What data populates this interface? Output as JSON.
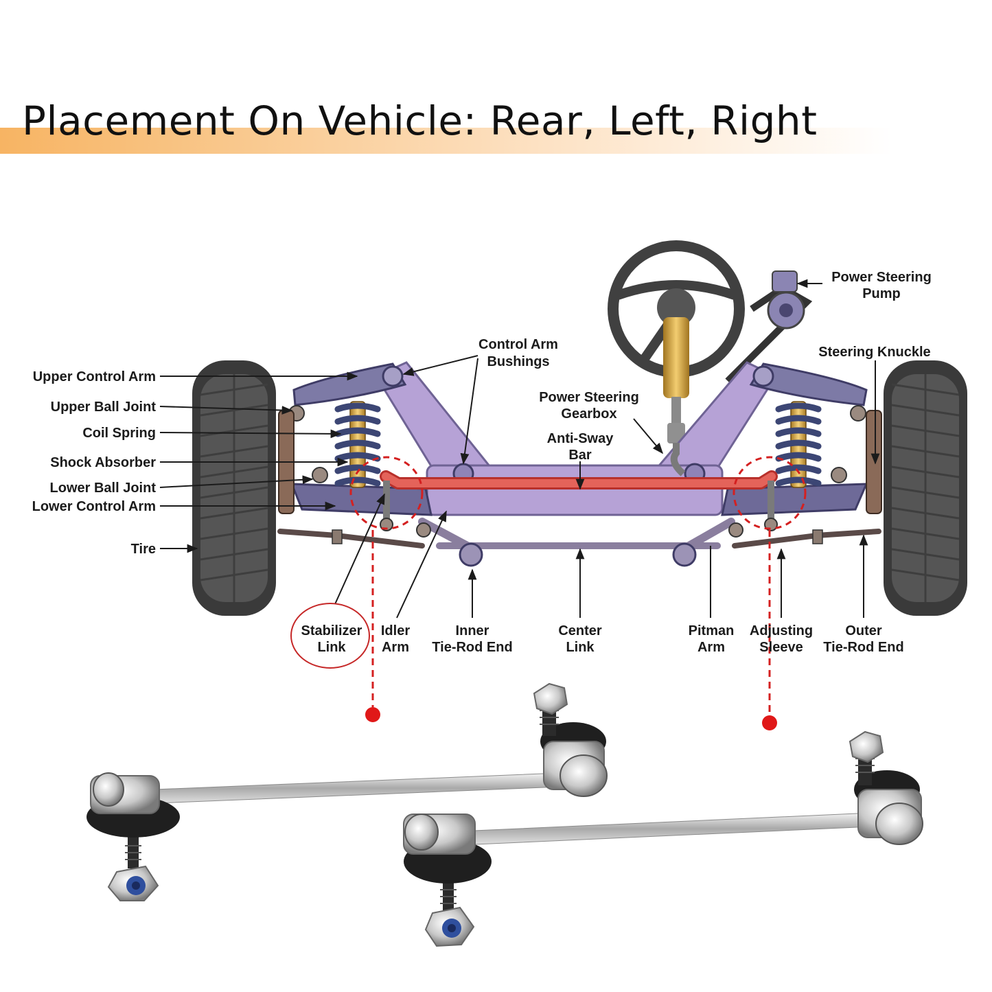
{
  "title": "Placement On Vehicle: Rear, Left, Right",
  "colors": {
    "title_band": "#f7b463",
    "frame": "#b6a2d6",
    "control_arm": "#7d7aa6",
    "anti_sway_bar": "#e4635a",
    "highlight": "#d42020",
    "spring": "#3c4674",
    "tire": "#3a3a3a",
    "steering_column": "#d9a84a"
  },
  "labels": {
    "upper_control_arm": "Upper Control Arm",
    "upper_ball_joint": "Upper Ball Joint",
    "coil_spring": "Coil Spring",
    "shock_absorber": "Shock Absorber",
    "lower_ball_joint": "Lower Ball Joint",
    "lower_control_arm": "Lower Control Arm",
    "tire": "Tire",
    "control_arm_bushings": [
      "Control Arm",
      "Bushings"
    ],
    "power_steering_gearbox": [
      "Power Steering",
      "Gearbox"
    ],
    "anti_sway_bar": [
      "Anti-Sway",
      "Bar"
    ],
    "power_steering_pump": [
      "Power Steering",
      "Pump"
    ],
    "steering_knuckle": "Steering Knuckle",
    "stabilizer_link": [
      "Stabilizer",
      "Link"
    ],
    "idler_arm": [
      "Idler",
      "Arm"
    ],
    "inner_tie_rod_end": [
      "Inner",
      "Tie-Rod End"
    ],
    "center_link": [
      "Center",
      "Link"
    ],
    "pitman_arm": [
      "Pitman",
      "Arm"
    ],
    "adjusting_sleeve": [
      "Adjusting",
      "Sleeve"
    ],
    "outer_tie_rod_end": [
      "Outer",
      "Tie-Rod End"
    ]
  }
}
